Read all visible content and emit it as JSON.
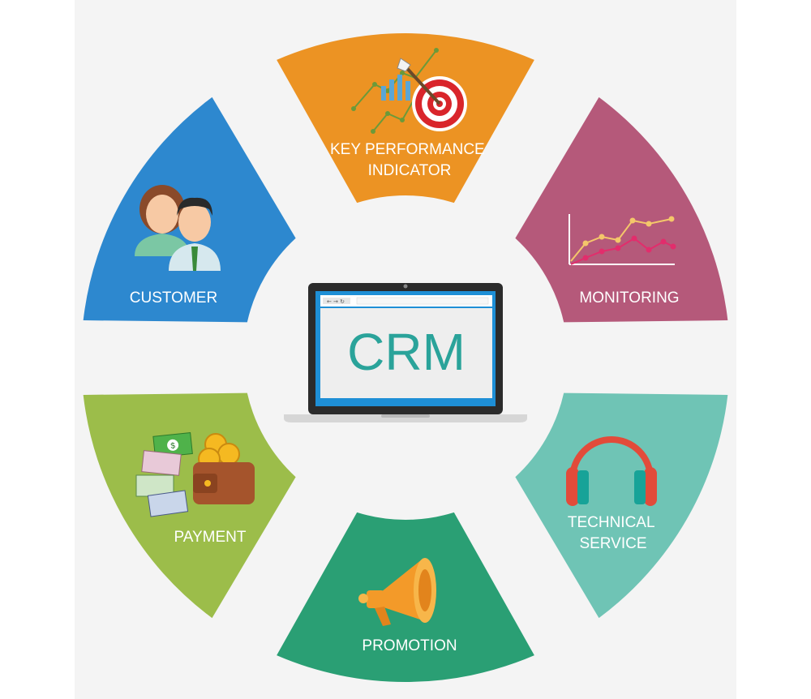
{
  "center": {
    "title": "CRM"
  },
  "segments": [
    {
      "id": "kpi",
      "label_lines": [
        "KEY PERFORMANCE",
        "INDICATOR"
      ],
      "color": "#ec9323",
      "icon": "target-icon"
    },
    {
      "id": "monitoring",
      "label_lines": [
        "MONITORING"
      ],
      "color": "#b5597a",
      "icon": "line-chart-icon"
    },
    {
      "id": "technical-service",
      "label_lines": [
        "TECHNICAL",
        "SERVICE"
      ],
      "color": "#6fc4b5",
      "icon": "headphones-icon"
    },
    {
      "id": "promotion",
      "label_lines": [
        "PROMOTION"
      ],
      "color": "#2a9f74",
      "icon": "megaphone-icon"
    },
    {
      "id": "payment",
      "label_lines": [
        "PAYMENT"
      ],
      "color": "#9cbd4a",
      "icon": "wallet-icon"
    },
    {
      "id": "customer",
      "label_lines": [
        "CUSTOMER"
      ],
      "color": "#2d88cf",
      "icon": "customers-icon"
    }
  ],
  "colors": {
    "background": "#f4f4f4",
    "crm_text": "#2aa39a",
    "laptop_frame": "#2b2b2b",
    "laptop_screen": "#1e8fd6"
  }
}
